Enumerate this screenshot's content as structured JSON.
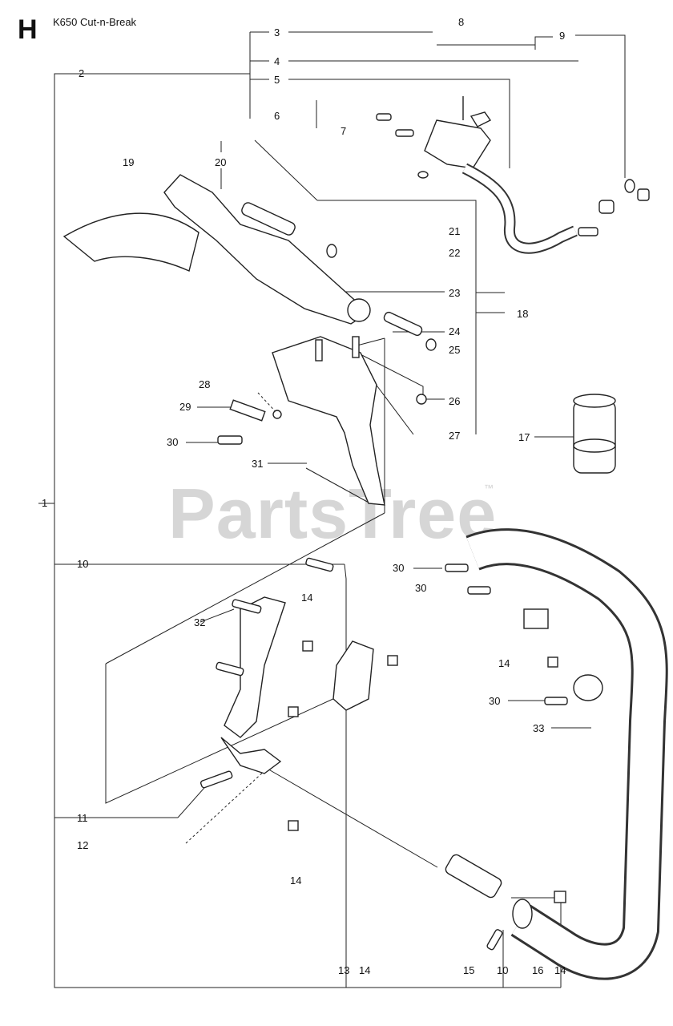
{
  "header": {
    "section_letter": "H",
    "title": "K650 Cut-n-Break"
  },
  "watermark": {
    "text": "PartsTree",
    "mark": "™"
  },
  "callouts": [
    {
      "label": "1"
    },
    {
      "label": "2"
    },
    {
      "label": "3"
    },
    {
      "label": "4"
    },
    {
      "label": "5"
    },
    {
      "label": "6"
    },
    {
      "label": "7"
    },
    {
      "label": "8"
    },
    {
      "label": "9"
    },
    {
      "label": "19"
    },
    {
      "label": "20"
    },
    {
      "label": "21"
    },
    {
      "label": "22"
    },
    {
      "label": "23"
    },
    {
      "label": "18"
    },
    {
      "label": "24"
    },
    {
      "label": "25"
    },
    {
      "label": "28"
    },
    {
      "label": "26"
    },
    {
      "label": "29"
    },
    {
      "label": "30"
    },
    {
      "label": "27"
    },
    {
      "label": "17"
    },
    {
      "label": "31"
    },
    {
      "label": "10"
    },
    {
      "label": "30"
    },
    {
      "label": "30"
    },
    {
      "label": "14"
    },
    {
      "label": "32"
    },
    {
      "label": "14"
    },
    {
      "label": "30"
    },
    {
      "label": "33"
    },
    {
      "label": "11"
    },
    {
      "label": "12"
    },
    {
      "label": "14"
    },
    {
      "label": "13"
    },
    {
      "label": "14"
    },
    {
      "label": "15"
    },
    {
      "label": "10"
    },
    {
      "label": "16"
    },
    {
      "label": "14"
    }
  ]
}
